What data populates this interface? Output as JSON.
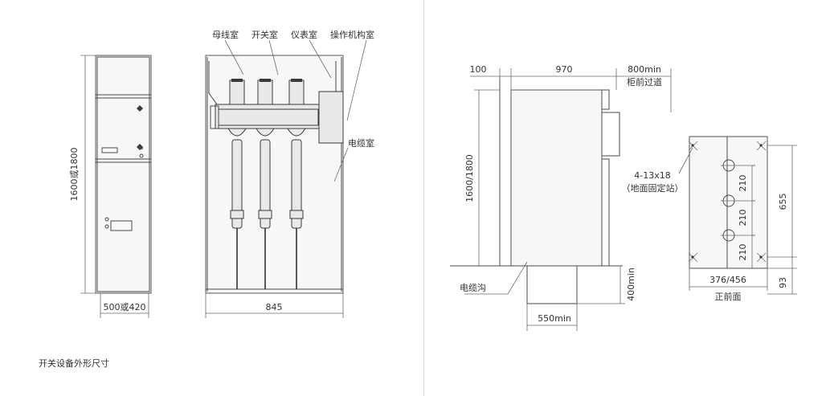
{
  "left_drawing": {
    "side_height_label": "1600或1800",
    "side_width_label": "500或420",
    "front_width_label": "845",
    "busbar_room_label": "母线室",
    "switch_room_label": "开关室",
    "instrument_room_label": "仪表室",
    "mechanism_room_label": "操作机构室",
    "cable_room_label": "电缆室",
    "caption": "开关设备外形尺寸"
  },
  "right_drawing": {
    "top_left_dim": "100",
    "top_mid_dim": "970",
    "top_right_dim": "800min",
    "aisle_label": "柜前过道",
    "height_label": "1600/1800",
    "cable_trench_label": "电缆沟",
    "trench_depth_label": "400min",
    "trench_width_label": "550min",
    "hole_spec_label": "4-13x18",
    "hole_note_label": "（地面固定站）",
    "spacing_1": "210",
    "spacing_2": "210",
    "spacing_3": "210",
    "total_depth_label": "655",
    "bottom_offset_label": "93",
    "base_width_label": "376/456",
    "front_side_label": "正前面"
  }
}
